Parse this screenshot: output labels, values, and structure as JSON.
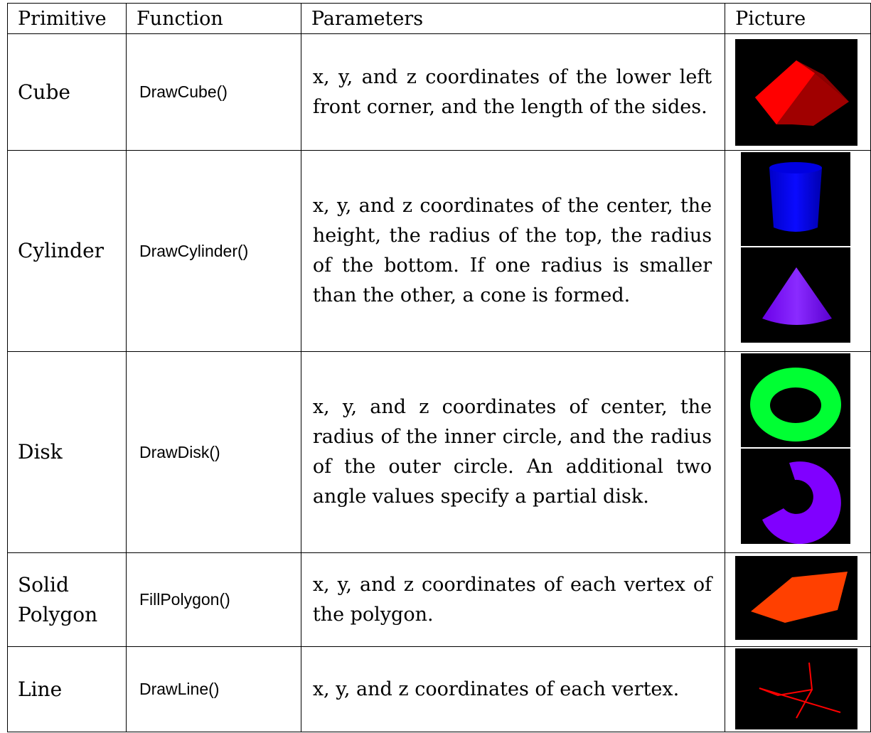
{
  "table": {
    "headers": [
      "Primitive",
      "Function",
      "Parameters",
      "Picture"
    ],
    "rows": [
      {
        "primitive": "Cube",
        "function": "DrawCube()",
        "parameters": "x, y, and z coordinates of the lower left front corner, and the length of the sides.",
        "pictures": [
          "red-cube"
        ]
      },
      {
        "primitive": "Cylinder",
        "function": "DrawCylinder()",
        "parameters": "x, y, and z coordinates of the center, the height, the radius of the top, the radius of the bottom. If one radius is smaller than the other, a cone is formed.",
        "pictures": [
          "blue-cylinder",
          "purple-cone"
        ]
      },
      {
        "primitive": "Disk",
        "function": "DrawDisk()",
        "parameters": "x, y, and z coordinates of center, the radius of the inner circle, and the radius of the outer circle. An additional two angle values specify a partial disk.",
        "pictures": [
          "green-disk",
          "purple-partial-disk"
        ]
      },
      {
        "primitive": "Solid Polygon",
        "function": "FillPolygon()",
        "parameters": "x, y, and z coordinates of each vertex of the polygon.",
        "pictures": [
          "orange-polygon"
        ]
      },
      {
        "primitive": "Line",
        "function": "DrawLine()",
        "parameters": "x, y, and z coordinates of each vertex.",
        "pictures": [
          "red-lines"
        ]
      }
    ]
  },
  "colors": {
    "cube": "#ff0000",
    "cylinder": "#0000ff",
    "cone": "#7b00ff",
    "disk": "#00ff33",
    "partial_disk": "#8000ff",
    "polygon": "#ff4000",
    "line": "#ff0000"
  }
}
